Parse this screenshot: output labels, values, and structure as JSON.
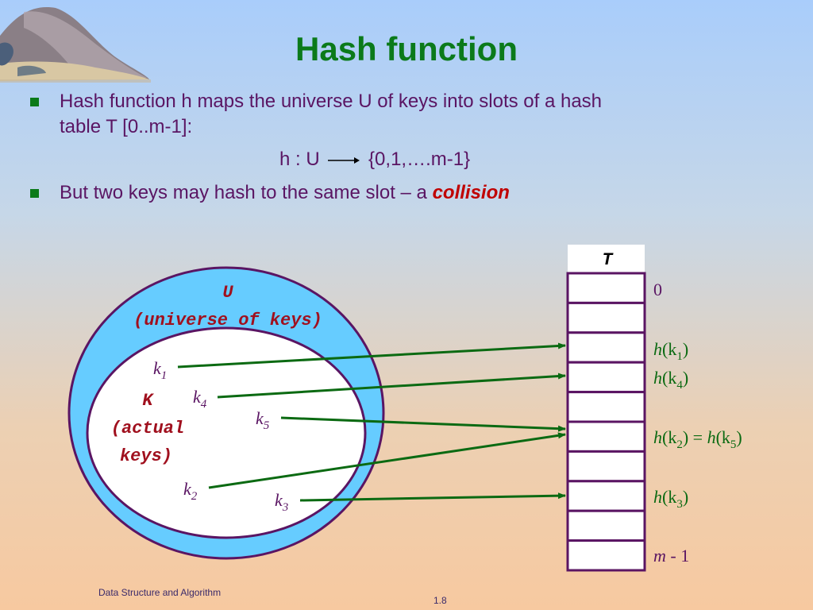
{
  "slide": {
    "title": "Hash function",
    "bullets": [
      {
        "line1": "Hash function h maps the universe U of keys into slots of a hash",
        "line2": "table T [0..m-1]:"
      },
      {
        "text": "But two keys may hash to the same slot – a ",
        "emphasis": "collision"
      }
    ],
    "formula": {
      "left": "h : U",
      "right": "{0,1,….m-1}"
    }
  },
  "diagram": {
    "universe_label": "U",
    "universe_caption": "(universe of keys)",
    "keyset_label": "K",
    "keyset_caption_1": "(actual",
    "keyset_caption_2": "keys)",
    "table_label": "T",
    "keys": [
      {
        "name": "k",
        "sub": "1"
      },
      {
        "name": "k",
        "sub": "4"
      },
      {
        "name": "k",
        "sub": "5"
      },
      {
        "name": "k",
        "sub": "2"
      },
      {
        "name": "k",
        "sub": "3"
      }
    ],
    "slot_labels": {
      "zero": "0",
      "h_k1_fn": "h",
      "h_k1_arg": "(k",
      "h_k1_sub": "1",
      "h_k1_close": ")",
      "h_k4_fn": "h",
      "h_k4_arg": "(k",
      "h_k4_sub": "4",
      "h_k4_close": ")",
      "h_k2_fn": "h",
      "h_k2_arg": "(k",
      "h_k2_sub": "2",
      "h_k2_mid": ") = ",
      "h_k5_fn": "h",
      "h_k5_arg": "(k",
      "h_k5_sub": "5",
      "h_k5_close": ")",
      "h_k3_fn": "h",
      "h_k3_arg": "(k",
      "h_k3_sub": "3",
      "h_k3_close": ")",
      "last_m": "m",
      "last_rest": " - 1"
    },
    "colors": {
      "arrows": "#0b6a12",
      "outline": "#5a1563",
      "universe_fill": "#66ccff",
      "label_red": "#a0101e"
    }
  },
  "footer": {
    "course": "Data Structure and Algorithm",
    "page": "1.8"
  }
}
